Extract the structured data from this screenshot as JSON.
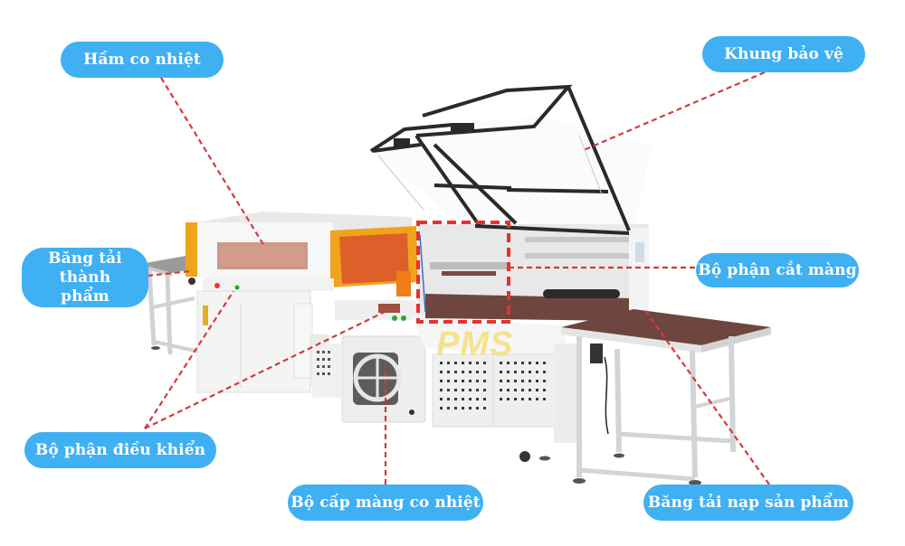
{
  "diagram": {
    "subject": "Automatic L-bar shrink wrapping machine",
    "watermark": "PMS",
    "colors": {
      "label_bg": "#3fb0f2",
      "label_text": "#ffffff",
      "leader_line": "#d9363e",
      "machine_body": "#f1f1f1",
      "tunnel_accent": "#f0a31c",
      "conveyor_belt": "#7a4a45",
      "guard_frame": "#2a2a2a"
    },
    "labels": [
      {
        "id": "ham-co-nhiet",
        "text": "Hầm co nhiệt",
        "meaning": "Heat shrink tunnel"
      },
      {
        "id": "khung-bao-ve",
        "text": "Khung bảo vệ",
        "meaning": "Protective frame"
      },
      {
        "id": "bang-tai-thanh-pham",
        "line1": "Băng tải",
        "line2": "thành phẩm",
        "meaning": "Finished product conveyor"
      },
      {
        "id": "bo-phan-cat-mang",
        "text": "Bộ phận cắt màng",
        "meaning": "Film cutting unit"
      },
      {
        "id": "bo-phan-dieu-khien",
        "text": "Bộ phận điều khiển",
        "meaning": "Control unit"
      },
      {
        "id": "bo-cap-mang-co-nhiet",
        "text": "Bộ cấp màng co nhiệt",
        "meaning": "Shrink film feeder"
      },
      {
        "id": "bang-tai-nap-san-pham",
        "text": "Băng tải nạp sản phẩm",
        "meaning": "Product infeed conveyor"
      }
    ]
  }
}
